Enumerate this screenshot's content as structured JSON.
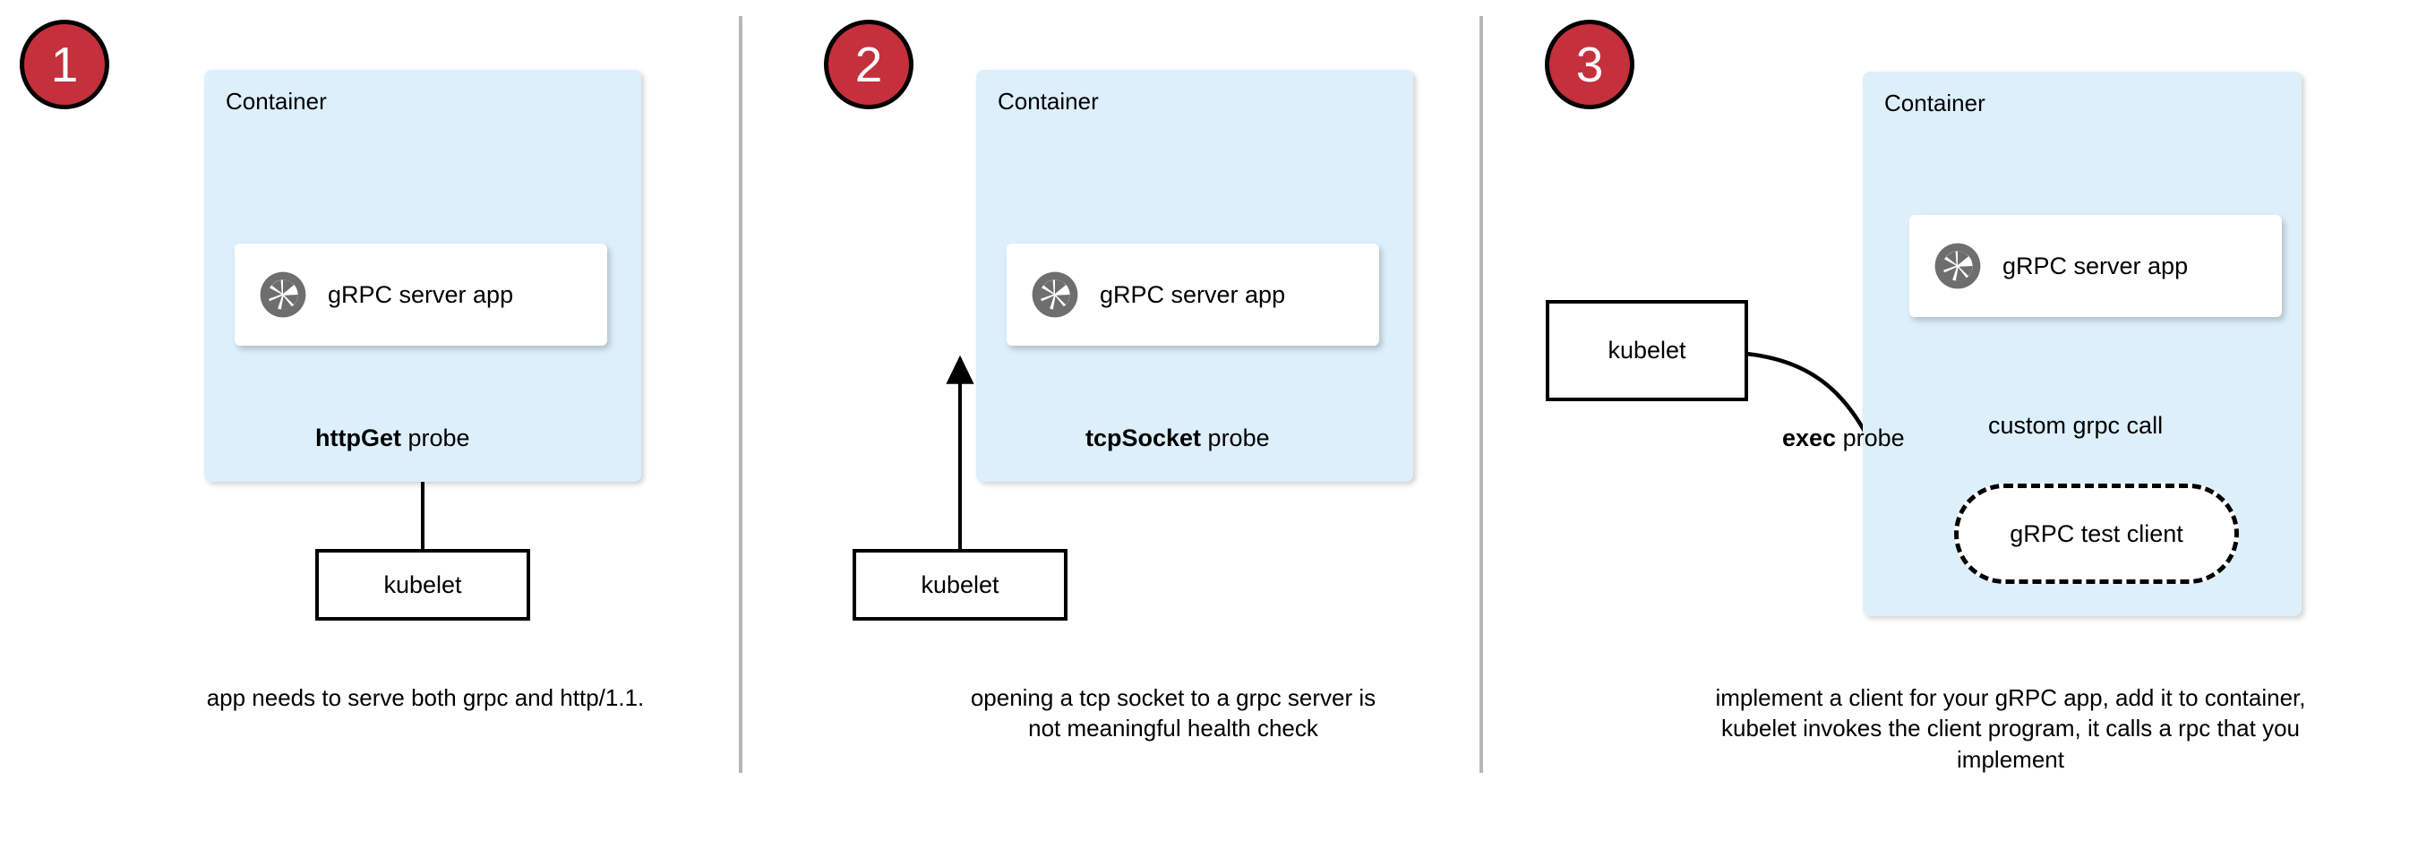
{
  "diagram": {
    "title_present": false,
    "colors": {
      "badge_fill": "#c4303c",
      "badge_border": "#000000",
      "badge_text": "#ffffff",
      "container_fill": "#ddeffb",
      "card_fill": "#ffffff",
      "stroke": "#000000",
      "separator": "#b6b6b6",
      "grpc_icon": "#6e6e6e"
    },
    "panels": [
      {
        "id": "panel-1",
        "badge": "1",
        "container_label": "Container",
        "app_label": "gRPC server app",
        "app_icon": "grpc-aperture-icon",
        "probe_label_bold": "httpGet",
        "probe_label_rest": " probe",
        "kubelet_label": "kubelet",
        "caption": "app needs to serve both grpc and http/1.1."
      },
      {
        "id": "panel-2",
        "badge": "2",
        "container_label": "Container",
        "app_label": "gRPC server app",
        "app_icon": "grpc-aperture-icon",
        "probe_label_bold": "tcpSocket",
        "probe_label_rest": " probe",
        "kubelet_label": "kubelet",
        "caption": "opening a tcp socket to a grpc server is not meaningful health check"
      },
      {
        "id": "panel-3",
        "badge": "3",
        "container_label": "Container",
        "app_label": "gRPC server app",
        "app_icon": "grpc-aperture-icon",
        "probe_label_bold": "exec",
        "probe_label_rest": " probe",
        "kubelet_label": "kubelet",
        "inner_call_label": "custom grpc call",
        "test_client_label": "gRPC test client",
        "caption": "implement a client for your gRPC app, add it to container, kubelet invokes the client program, it calls a rpc that you implement"
      }
    ]
  }
}
